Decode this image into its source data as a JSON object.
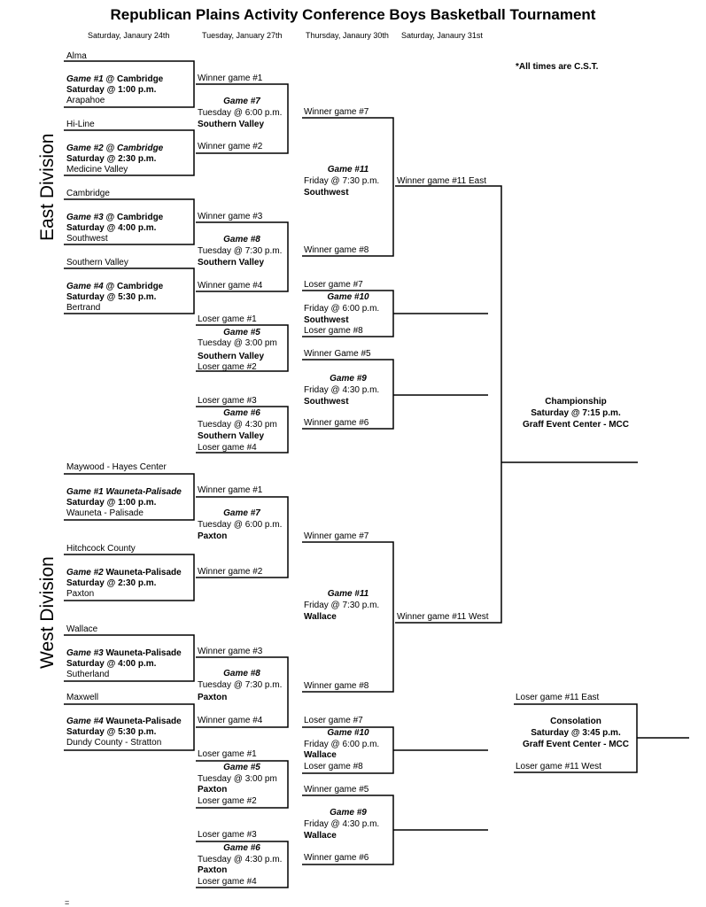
{
  "title": "Republican Plains Activity Conference Boys Basketball Tournament",
  "dates": [
    "Saturday, Janaury 24th",
    "Tuesday, January 27th",
    "Thursday, Janaury 30th",
    "Saturday, Janaury 31st"
  ],
  "note": "*All times are C.S.T.",
  "east_label": "East Division",
  "west_label": "West Division",
  "east": {
    "r1": [
      {
        "top": "Alma",
        "game": "Game #1",
        "at": " @ Cambridge",
        "time": "Saturday @ 1:00 p.m.",
        "bottom": "Arapahoe"
      },
      {
        "top": "Hi-Line",
        "game": "Game #2 @ Cambridge",
        "at": "",
        "time": "Saturday @ 2:30 p.m.",
        "bottom": "Medicine Valley"
      },
      {
        "top": "Cambridge",
        "game": "Game #3",
        "at": " @ Cambridge",
        "time": "Saturday @ 4:00 p.m.",
        "bottom": "Southwest"
      },
      {
        "top": "Southern Valley",
        "game": "Game #4",
        "at": " @ Cambridge",
        "time": "Saturday @ 5:30 p.m.",
        "bottom": "Bertrand"
      }
    ],
    "g7": {
      "top": "Winner game #1",
      "game": "Game #7",
      "time": "Tuesday @ 6:00 p.m.",
      "winner": "Southern Valley",
      "bottom": "Winner game #2"
    },
    "g8": {
      "top": "Winner game #3",
      "game": "Game #8",
      "time": "Tuesday @ 7:30 p.m.",
      "winner": "Southern Valley",
      "bottom": "Winner game #4"
    },
    "g5": {
      "top": "Loser game #1",
      "game": "Game #5",
      "time": "Tuesday @ 3:00 pm",
      "winner": "Southern Valley",
      "bottom": "Loser game #2"
    },
    "g6": {
      "top": "Loser game #3",
      "game": "Game #6",
      "time": "Tuesday @ 4:30 pm",
      "winner": "Southern Valley",
      "bottom": "Loser game #4"
    },
    "g11": {
      "top": "Winner game #7",
      "game": "Game #11",
      "time": "Friday @ 7:30 p.m.",
      "winner": "Southwest",
      "bottom": "Winner game #8"
    },
    "g10": {
      "top": "Loser game #7",
      "game": "Game #10",
      "time": "Friday @ 6:00 p.m.",
      "winner": "Southwest",
      "bottom": "Loser game #8"
    },
    "g9": {
      "top": "Winner Game #5",
      "game": "Game #9",
      "time": "Friday @ 4:30 p.m.",
      "winner": "Southwest",
      "bottom": "Winner game #6"
    },
    "final_feed": "Winner game #11 East"
  },
  "west": {
    "r1": [
      {
        "top": "Maywood - Hayes Center",
        "game": "Game #1 Wauneta-Palisade",
        "time": "Saturday @ 1:00 p.m.",
        "bottom": "Wauneta - Palisade"
      },
      {
        "top": "Hitchcock County",
        "game": "Game #2",
        "at": " Wauneta-Palisade",
        "time": "Saturday @ 2:30 p.m.",
        "bottom": "Paxton"
      },
      {
        "top": "Wallace",
        "game": "Game #3",
        "at": " Wauneta-Palisade",
        "time": "Saturday @ 4:00 p.m.",
        "bottom": "Sutherland"
      },
      {
        "top": "Maxwell",
        "game": "Game #4",
        "at": " Wauneta-Palisade",
        "time": "Saturday @ 5:30 p.m.",
        "bottom": "Dundy County - Stratton"
      }
    ],
    "g7": {
      "top": "Winner game #1",
      "game": "Game #7",
      "time": "Tuesday @ 6:00 p.m.",
      "winner": "Paxton",
      "bottom": "Winner game #2"
    },
    "g8": {
      "top": "Winner game #3",
      "game": "Game #8",
      "time": "Tuesday @ 7:30 p.m.",
      "winner": "Paxton",
      "bottom": "Winner game #4"
    },
    "g5": {
      "top": "Loser game #1",
      "game": "Game #5",
      "time": "Tuesday @ 3:00 pm",
      "winner": "Paxton",
      "bottom": "Loser game #2"
    },
    "g6": {
      "top": "Loser game #3",
      "game": "Game #6",
      "time": "Tuesday @ 4:30 p.m.",
      "winner": "Paxton",
      "bottom": "Loser game #4"
    },
    "g11": {
      "top": "Winner game #7",
      "game": "Game #11",
      "time": "Friday @ 7:30 p.m.",
      "winner": "Wallace",
      "bottom": "Winner game #8"
    },
    "g10": {
      "top": "Loser game #7",
      "game": "Game #10",
      "time": "Friday @ 6:00 p.m.",
      "winner": "Wallace",
      "bottom": "Loser game #8"
    },
    "g9": {
      "top": "Winner game #5",
      "game": "Game #9",
      "time": "Friday @ 4:30 p.m.",
      "winner": "Wallace",
      "bottom": "Winner game #6"
    },
    "final_feed": "Winner game #11 West"
  },
  "championship": {
    "title": "Championship",
    "time": "Saturday @ 7:15 p.m.",
    "venue": "Graff Event Center - MCC"
  },
  "consolation": {
    "top": "Loser game #11 East",
    "title": "Consolation",
    "time": "Saturday @ 3:45 p.m.",
    "venue": "Graff Event Center - MCC",
    "bottom": "Loser game #11 West"
  },
  "footer_mark": "="
}
